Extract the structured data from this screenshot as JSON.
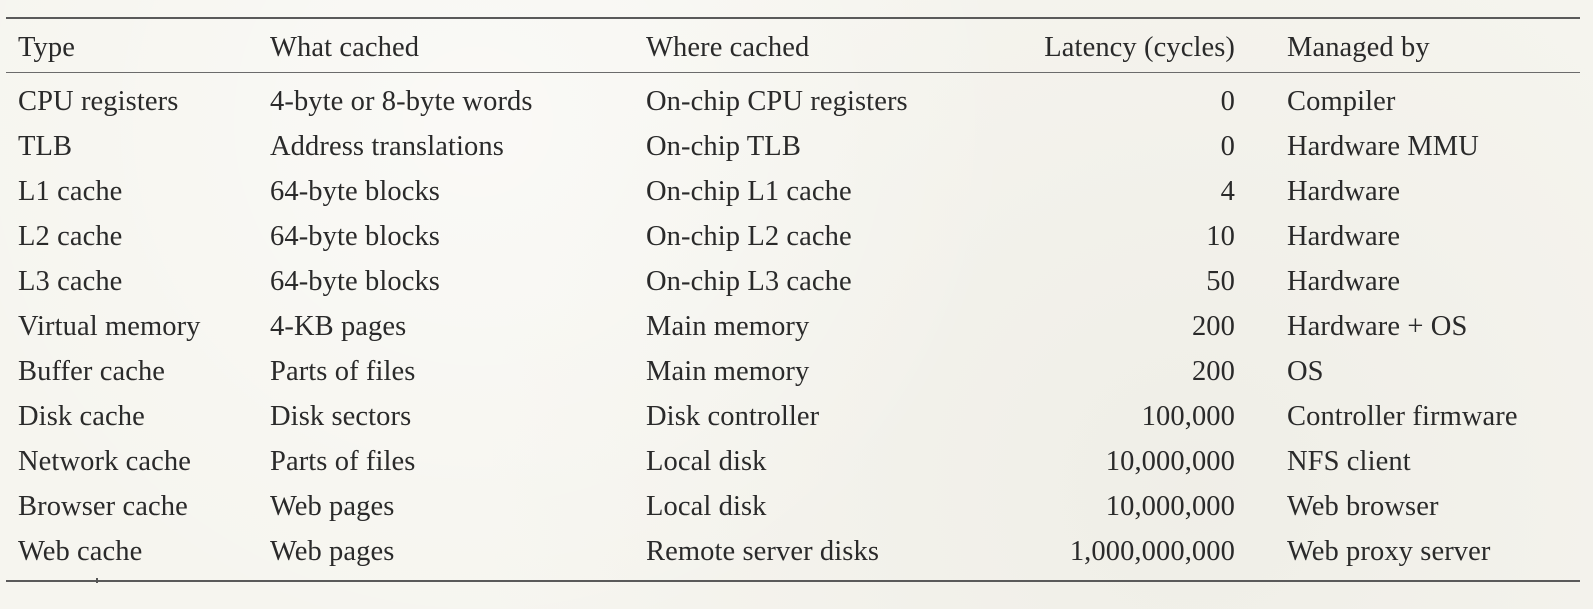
{
  "table": {
    "headers": {
      "type": "Type",
      "what_cached": "What cached",
      "where_cached": "Where cached",
      "latency": "Latency (cycles)",
      "managed_by": "Managed by"
    },
    "rows": [
      {
        "type": "CPU registers",
        "what_cached": "4-byte or 8-byte words",
        "where_cached": "On-chip CPU registers",
        "latency": "0",
        "managed_by": "Compiler"
      },
      {
        "type": "TLB",
        "what_cached": "Address translations",
        "where_cached": "On-chip TLB",
        "latency": "0",
        "managed_by": "Hardware MMU"
      },
      {
        "type": "L1 cache",
        "what_cached": "64-byte blocks",
        "where_cached": "On-chip L1 cache",
        "latency": "4",
        "managed_by": "Hardware"
      },
      {
        "type": "L2 cache",
        "what_cached": "64-byte blocks",
        "where_cached": "On-chip L2 cache",
        "latency": "10",
        "managed_by": "Hardware"
      },
      {
        "type": "L3 cache",
        "what_cached": "64-byte blocks",
        "where_cached": "On-chip L3 cache",
        "latency": "50",
        "managed_by": "Hardware"
      },
      {
        "type": "Virtual memory",
        "what_cached": "4-KB pages",
        "where_cached": "Main memory",
        "latency": "200",
        "managed_by": "Hardware + OS"
      },
      {
        "type": "Buffer cache",
        "what_cached": "Parts of files",
        "where_cached": "Main memory",
        "latency": "200",
        "managed_by": "OS"
      },
      {
        "type": "Disk cache",
        "what_cached": "Disk sectors",
        "where_cached": "Disk controller",
        "latency": "100,000",
        "managed_by": "Controller firmware"
      },
      {
        "type": "Network cache",
        "what_cached": "Parts of files",
        "where_cached": "Local disk",
        "latency": "10,000,000",
        "managed_by": "NFS client"
      },
      {
        "type": "Browser cache",
        "what_cached": "Web pages",
        "where_cached": "Local disk",
        "latency": "10,000,000",
        "managed_by": "Web browser"
      },
      {
        "type": "Web cache",
        "what_cached": "Web pages",
        "where_cached": "Remote server disks",
        "latency": "1,000,000,000",
        "managed_by": "Web proxy server"
      }
    ]
  }
}
